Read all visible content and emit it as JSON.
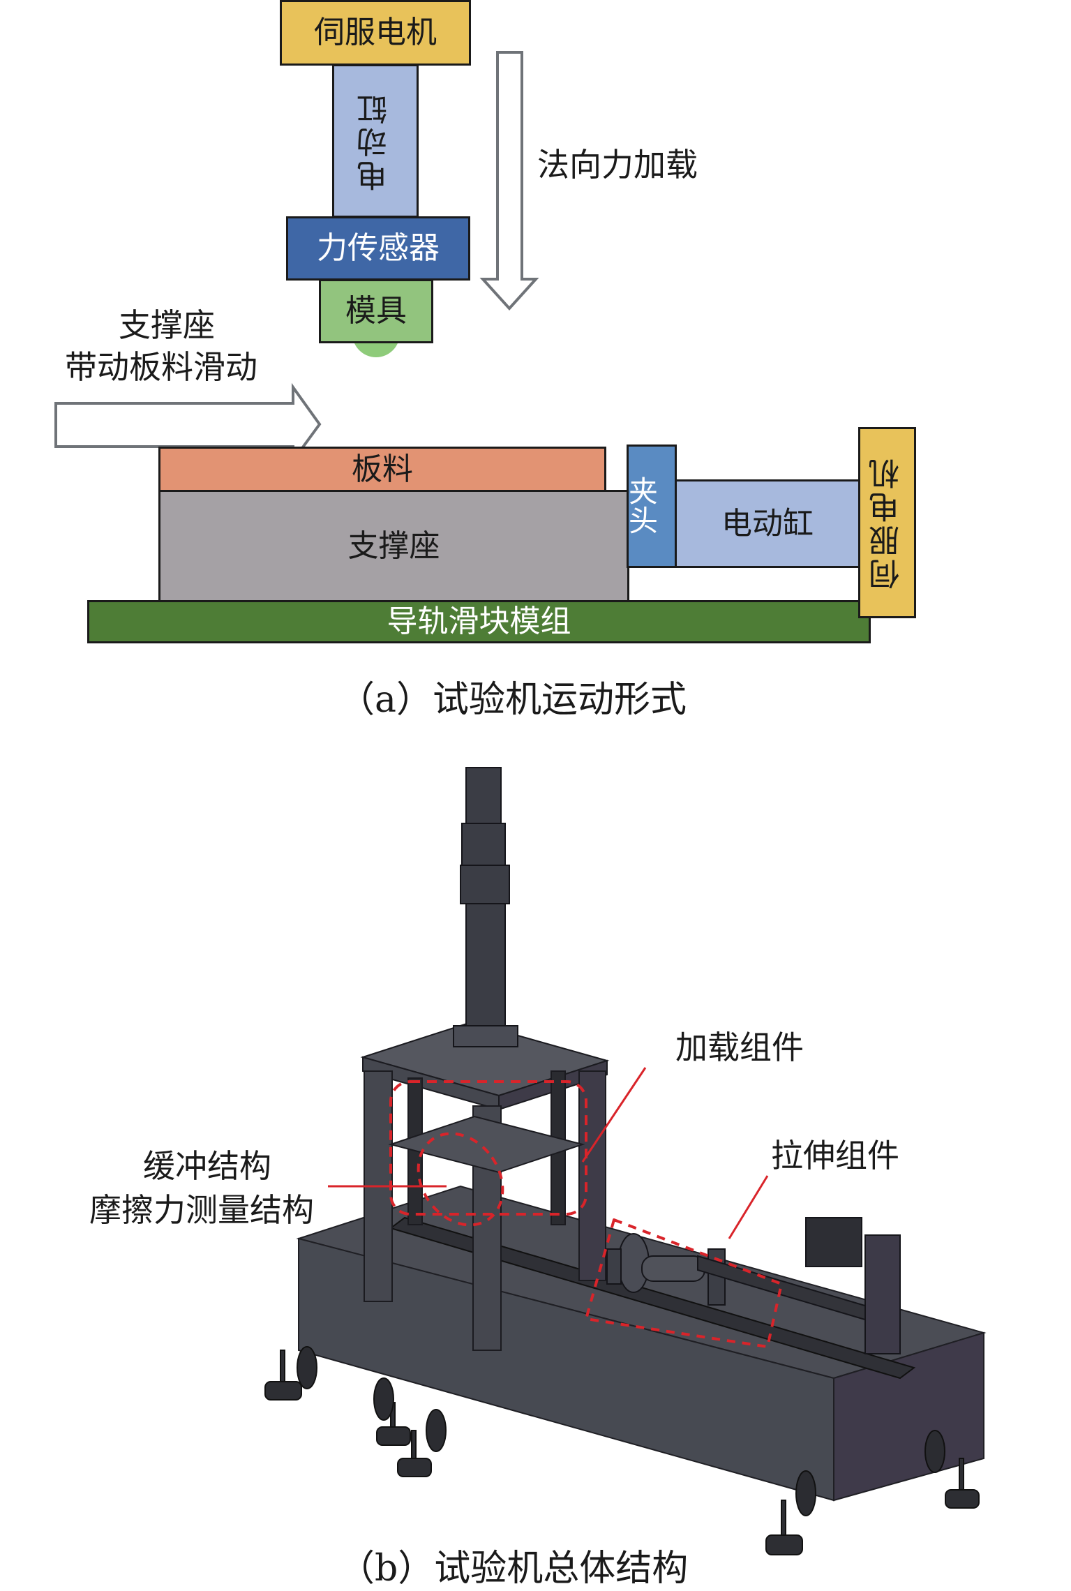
{
  "part_a": {
    "caption": "（a）试验机运动形式",
    "vertical_stack": {
      "servo_motor": "伺服电机",
      "electric_cylinder": "电动缸",
      "force_sensor": "力传感器",
      "mold": "模具"
    },
    "normal_force_label": "法向力加载",
    "slide_label_line1": "支撑座",
    "slide_label_line2": "带动板料滑动",
    "sheet": "板料",
    "support_base": "支撑座",
    "guide_rail": "导轨滑块模组",
    "clamp": "夹头",
    "horizontal_cylinder": "电动缸",
    "horizontal_servo_motor": "伺服电机",
    "colors": {
      "servo": "#E8C25A",
      "cylinder": "#A7B9DD",
      "sensor": "#3F67A6",
      "mold": "#92C47E",
      "sheet": "#E29373",
      "support": "#A5A1A5",
      "rail": "#4E7D36",
      "clamp": "#5A8BC2"
    }
  },
  "part_b": {
    "caption": "（b）试验机总体结构",
    "label_loading": "加载组件",
    "label_tension": "拉伸组件",
    "label_buffer_line1": "缓冲结构",
    "label_buffer_line2": "摩擦力测量结构",
    "callout_color": "#D9242A"
  }
}
